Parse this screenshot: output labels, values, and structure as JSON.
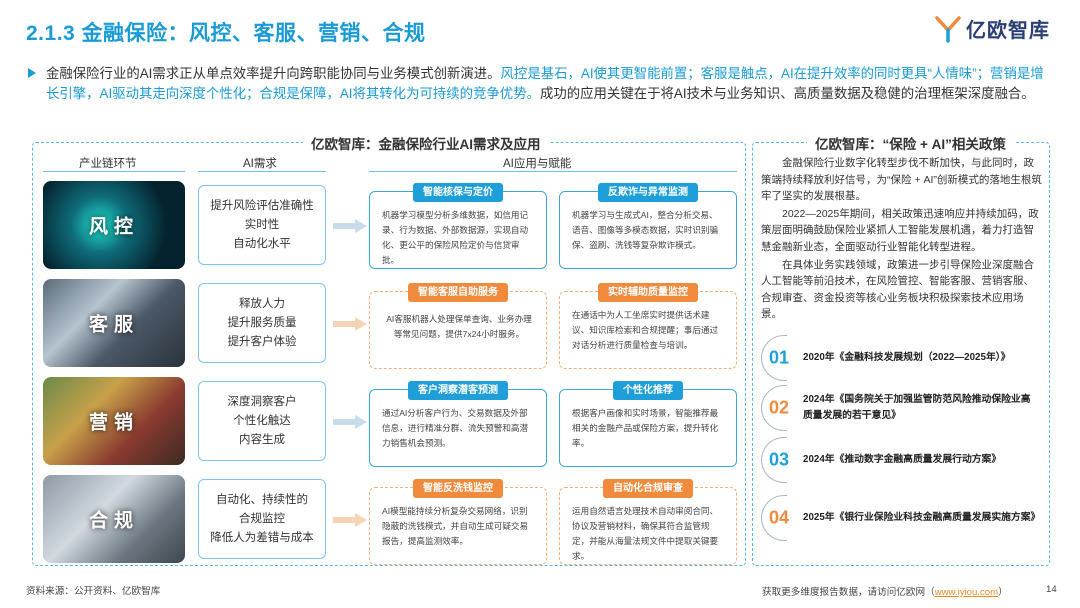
{
  "header": {
    "title": "2.1.3 金融保险：风控、客服、营销、合规",
    "logo_text": "亿欧智库",
    "accent_color": "#1a9bd6"
  },
  "intro": {
    "part1": "金融保险行业的AI需求正从单点效率提升向跨职能协同与业务模式创新演进。",
    "part2": "风控是基石，AI使其更智能前置；客服是触点，AI在提升效率的同时更具“人情味”；营销是增长引擎，AI驱动其走向深度个性化；合规是保障，AI将其转化为可持续的竞争优势。",
    "part3": "成功的应用关键在于将AI技术与业务知识、高质量数据及稳健的治理框架深度融合。"
  },
  "left_panel": {
    "title": "亿欧智库：金融保险行业AI需求及应用",
    "col_chain": "产业链环节",
    "col_need": "AI需求",
    "col_app": "AI应用与赋能",
    "rows": [
      {
        "label": "风控",
        "needs": [
          "提升风险评估准确性",
          "实时性",
          "自动化水平"
        ],
        "apps": [
          {
            "tag": "智能核保与定价",
            "text": "机器学习模型分析多维数据，如信用记录、行为数据、外部数据源，实现自动化、更公平的保险风险定价与信贷审批。"
          },
          {
            "tag": "反欺诈与异常监测",
            "text": "机器学习与生成式AI，整合分析交易、语音、图像等多模态数据，实时识别骗保、盗刷、洗钱等复杂欺诈模式。"
          }
        ]
      },
      {
        "label": "客服",
        "needs": [
          "释放人力",
          "提升服务质量",
          "提升客户体验"
        ],
        "apps": [
          {
            "tag": "智能客服自助服务",
            "text": "AI客服机器人处理保单查询、业务办理等常见问题，提供7x24小时服务。"
          },
          {
            "tag": "实时辅助质量监控",
            "text": "在通话中为人工坐席实时提供话术建议、知识库检索和合规提醒；事后通过对话分析进行质量检查与培训。"
          }
        ]
      },
      {
        "label": "营销",
        "needs": [
          "深度洞察客户",
          "个性化触达",
          "内容生成"
        ],
        "apps": [
          {
            "tag": "客户洞察潜客预测",
            "text": "通过AI分析客户行为、交易数据及外部信息，进行精准分群、流失预警和高潜力销售机会预测。"
          },
          {
            "tag": "个性化推荐",
            "text": "根据客户画像和实时场景，智能推荐最相关的金融产品或保险方案，提升转化率。"
          }
        ]
      },
      {
        "label": "合规",
        "needs": [
          "自动化、持续性的",
          "合规监控",
          "降低人为差错与成本"
        ],
        "apps": [
          {
            "tag": "智能反洗钱监控",
            "text": "AI模型能持续分析复杂交易网络，识别隐蔽的洗钱模式，并自动生成可疑交易报告，提高监测效率。"
          },
          {
            "tag": "自动化合规审查",
            "text": "运用自然语言处理技术自动审阅合同、协议及营销材料，确保其符合监管规定，并能从海量法规文件中提取关键要求。"
          }
        ]
      }
    ]
  },
  "right_panel": {
    "title": "亿欧智库：“保险 + AI”相关政策",
    "paragraphs": [
      "金融保险行业数字化转型步伐不断加快，与此同时，政策端持续释放利好信号，为“保险 + AI”创新模式的落地生根筑牢了坚实的发展根基。",
      "2022—2025年期间，相关政策迅速响应并持续加码，政策层面明确鼓励保险业紧抓人工智能发展机遇，着力打造智慧金融新业态，全面驱动行业智能化转型进程。",
      "在具体业务实践领域，政策进一步引导保险业深度融合人工智能等前沿技术，在风险管控、智能客服、营销客服、合规审查、资金投资等核心业务板块积极探索技术应用场景。"
    ],
    "policies": [
      {
        "num": "01",
        "text": "2020年《金融科技发展规划（2022—2025年）》",
        "color": "#1f9fd9"
      },
      {
        "num": "02",
        "text": "2024年《国务院关于加强监管防范风险推动保险业高质量发展的若干意见》",
        "color": "#f08a3c"
      },
      {
        "num": "03",
        "text": "2024年《推动数字金融高质量发展行动方案》",
        "color": "#1f9fd9"
      },
      {
        "num": "04",
        "text": "2025年《银行业保险业科技金融高质量发展实施方案》",
        "color": "#f08a3c"
      }
    ]
  },
  "footer": {
    "source": "资料来源：公开资料、亿欧智库",
    "more_prefix": "获取更多维度报告数据，请访问亿欧网（",
    "more_link": "www.iyiou.com",
    "more_suffix": "）",
    "page": "14"
  }
}
